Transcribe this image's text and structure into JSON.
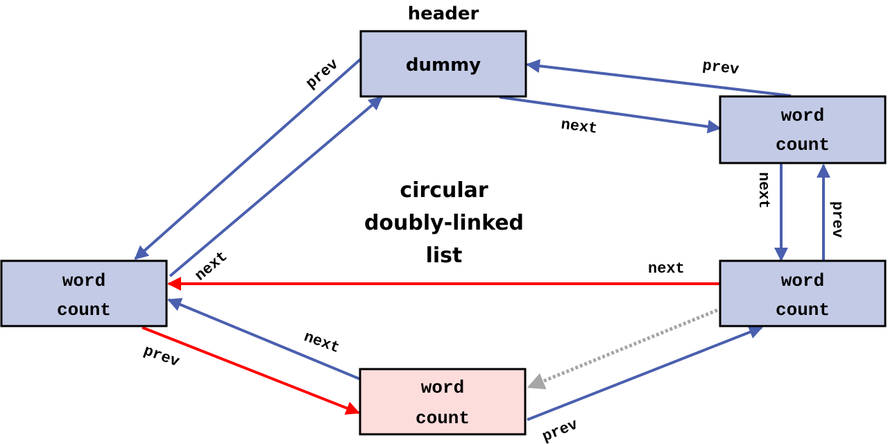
{
  "colors": {
    "node_fill": "#c3cae5",
    "highlight_fill": "#fddcdc",
    "link_blue": "#4a5fae",
    "link_red": "#ff0000",
    "link_gray": "#a6a6a6",
    "border": "#000000"
  },
  "title": {
    "line1": "circular",
    "line2": "doubly-linked",
    "line3": "list"
  },
  "header_label": "header",
  "nodes": {
    "header": {
      "text": "dummy"
    },
    "right_top": {
      "line1": "word",
      "line2": "count"
    },
    "right_bottom": {
      "line1": "word",
      "line2": "count"
    },
    "left": {
      "line1": "word",
      "line2": "count"
    },
    "new": {
      "line1": "word",
      "line2": "count"
    }
  },
  "labels": {
    "header_prev": "prev",
    "header_next": "next",
    "rt_prev": "prev",
    "rt_next": "next",
    "rb_prev": "prev",
    "rb_next": "next",
    "left_next": "next",
    "left_prev": "prev",
    "new_next": "next",
    "new_prev": "prev"
  }
}
